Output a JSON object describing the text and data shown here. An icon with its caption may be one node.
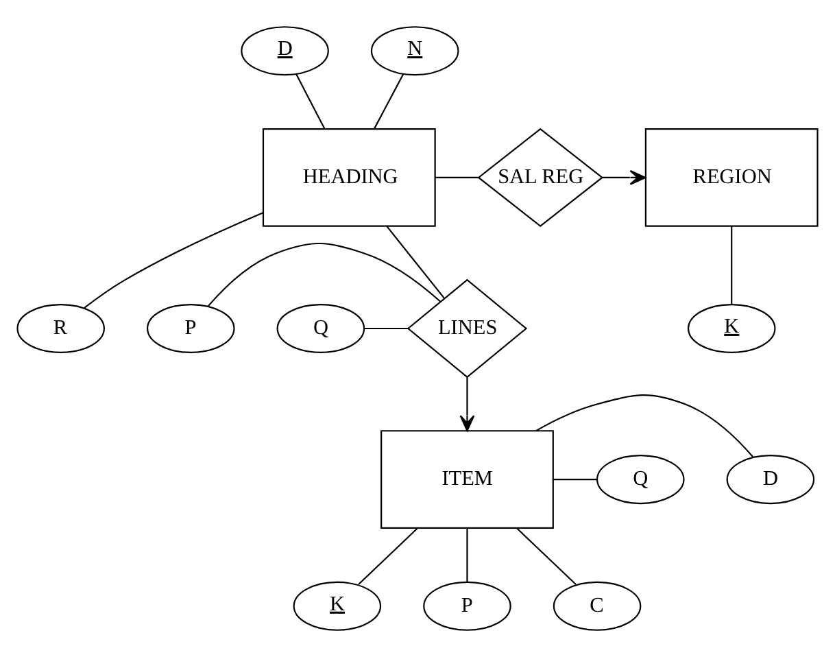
{
  "diagram": {
    "nodes": [
      {
        "text": [
          "D"
        ]
      },
      {
        "text": [
          "N"
        ]
      },
      {
        "text": [
          "HEADING"
        ]
      },
      {
        "text": [
          "SAL REG"
        ]
      },
      {
        "text": [
          "REGION"
        ]
      },
      {
        "text": [
          "P"
        ]
      },
      {
        "text": [
          "LINES"
        ]
      },
      {
        "text": [
          "R"
        ]
      },
      {
        "text": [
          "K"
        ]
      },
      {
        "text": [
          "Q"
        ]
      },
      {
        "text": [
          "ITEM"
        ]
      },
      {
        "text": [
          "D"
        ]
      },
      {
        "text": [
          "Q"
        ]
      },
      {
        "text": [
          "K"
        ]
      },
      {
        "text": [
          "P"
        ]
      },
      {
        "text": [
          "C"
        ]
      }
    ],
    "edges": [
      {
        "from": 0,
        "to": 2,
        "arrow": "none"
      },
      {
        "from": 1,
        "to": 2,
        "arrow": "none"
      },
      {
        "from": 2,
        "to": 3,
        "arrow": "none"
      },
      {
        "from": 3,
        "to": 4,
        "arrow": "to"
      },
      {
        "from": 2,
        "to": 6,
        "arrow": "none"
      },
      {
        "from": 2,
        "to": 7,
        "arrow": "none"
      },
      {
        "from": 5,
        "to": 6,
        "arrow": "none"
      },
      {
        "from": 9,
        "to": 6,
        "arrow": "none"
      },
      {
        "from": 6,
        "to": 10,
        "arrow": "to"
      },
      {
        "from": 4,
        "to": 8,
        "arrow": "none"
      },
      {
        "from": 10,
        "to": 11,
        "arrow": "none"
      },
      {
        "from": 10,
        "to": 12,
        "arrow": "none"
      },
      {
        "from": 10,
        "to": 13,
        "arrow": "none"
      },
      {
        "from": 10,
        "to": 14,
        "arrow": "none"
      },
      {
        "from": 10,
        "to": 15,
        "arrow": "none"
      }
    ]
  }
}
